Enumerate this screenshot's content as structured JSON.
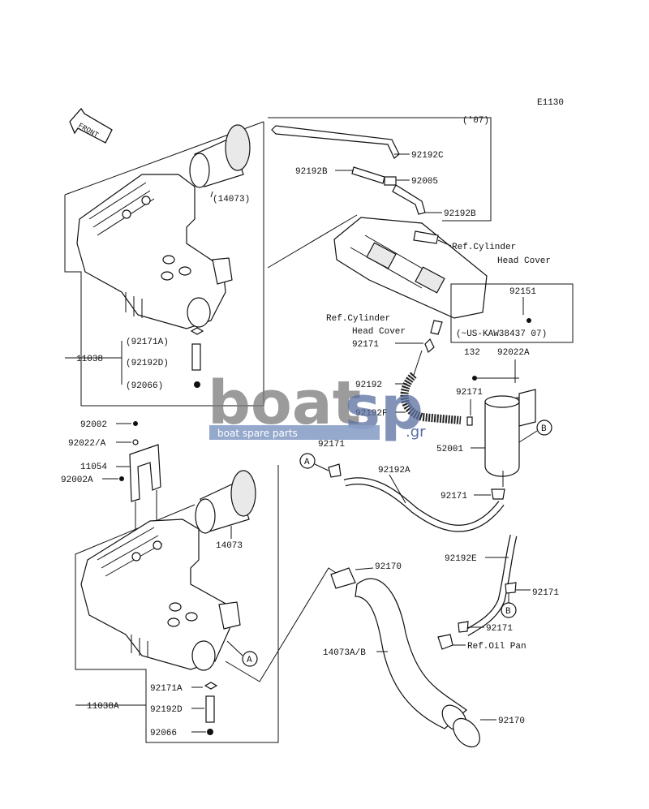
{
  "figure_code": "E1130",
  "front_label": "FRONT",
  "year_note": "('07)",
  "watermark": {
    "brand_a": "boat",
    "brand_b": "sp",
    "suffix": ".gr",
    "tagline": "boat spare parts"
  },
  "circle_markers": {
    "A": "A",
    "B": "B"
  },
  "labels": {
    "p14073_paren": "(14073)",
    "p92171A_paren": "(92171A)",
    "p11038": "11038",
    "p92192D_paren": "(92192D)",
    "p92066_paren": "(92066)",
    "p92192C": "92192C",
    "p92192B_l": "92192B",
    "p92005": "92005",
    "p92192B_r": "92192B",
    "ref_cyl_head_1": "Ref.Cylinder",
    "ref_cyl_head_2": "Head Cover",
    "ref_cyl_head_b1": "Ref.Cylinder",
    "ref_cyl_head_b2": "Head Cover",
    "p92151": "92151",
    "serial_note": "(~US-KAW38437  07)",
    "p92171_a": "92171",
    "p132": "132",
    "p92022A": "92022A",
    "p92192": "92192",
    "p92171_b": "92171",
    "p92192F": "92192F",
    "p52001": "52001",
    "p92171_c": "92171",
    "p92192A": "92192A",
    "p92171_d": "92171",
    "p92002": "92002",
    "p92022_A": "92022/A",
    "p11054": "11054",
    "p92002A": "92002A",
    "p14073": "14073",
    "p92170_a": "92170",
    "p92192E": "92192E",
    "p92171_e": "92171",
    "p92171_f": "92171",
    "ref_oil_pan": "Ref.Oil Pan",
    "p14073AB": "14073A/B",
    "p92171A": "92171A",
    "p11038A": "11038A",
    "p92192D": "92192D",
    "p92066": "92066",
    "p92170_b": "92170"
  }
}
